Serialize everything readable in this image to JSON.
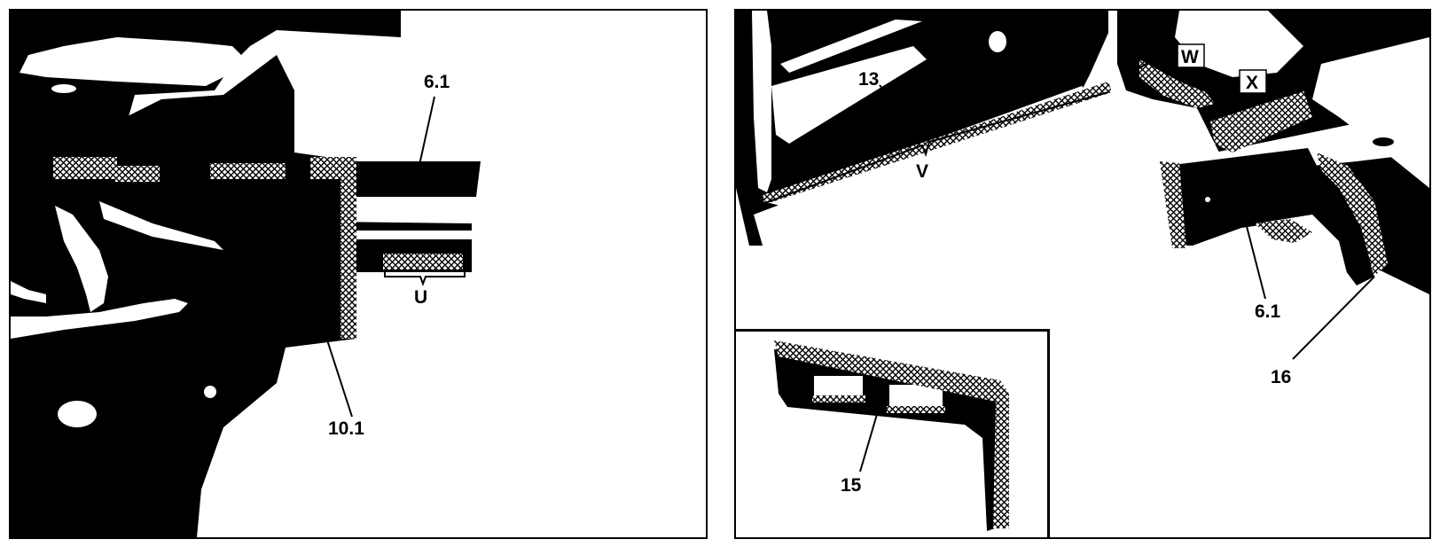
{
  "colors": {
    "ink": "#000000",
    "paper": "#ffffff"
  },
  "left_panel": {
    "labels": {
      "part_6_1": "6.1",
      "zone_u": "U",
      "part_10_1": "10.1"
    }
  },
  "right_panel": {
    "labels": {
      "part_13": "13",
      "zone_v": "V",
      "zone_w": "W",
      "zone_x": "X",
      "part_6_1": "6.1",
      "part_16": "16"
    }
  },
  "inset_panel": {
    "labels": {
      "part_15": "15"
    }
  }
}
